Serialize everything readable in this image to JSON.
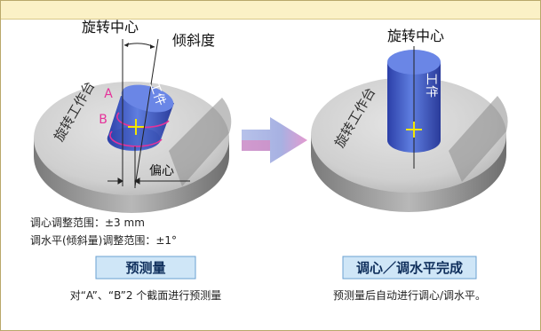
{
  "left": {
    "label_rotation_center": "旋转中心",
    "label_tilt": "倾斜度",
    "label_point_a": "A",
    "label_point_b": "B",
    "label_table": "旋转工作台",
    "label_workpiece": "工件",
    "label_eccentric": "偏心",
    "spec_centering": "调心调整范围：±3 mm",
    "spec_leveling": "调水平(倾斜量)调整范围：±1°",
    "step_title": "预测量",
    "step_desc": "对“A”、“B”2 个截面进行预测量"
  },
  "right": {
    "label_rotation_center": "旋转中心",
    "label_table": "旋转工作台",
    "label_workpiece": "工件",
    "step_title": "调心／调水平完成",
    "step_desc": "预测量后自动进行调心/调水平。"
  },
  "colors": {
    "accent_magenta": "#e5329a",
    "crosshair_yellow": "#f2e600",
    "workpiece_blue": "#3f5fd0",
    "step_box_fill": "#cfe6f7",
    "step_box_border": "#6aa0d0",
    "arrow_fill": "#a9b8e4",
    "arrow_tip": "#f08cc0"
  }
}
